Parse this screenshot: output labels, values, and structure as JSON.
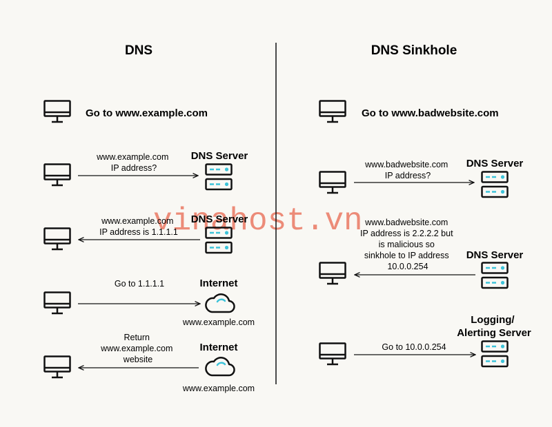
{
  "left": {
    "heading": "DNS",
    "step1": {
      "text": "Go to www.example.com"
    },
    "step2": {
      "msg": [
        "www.example.com",
        "IP address?"
      ],
      "server": "DNS Server"
    },
    "step3": {
      "msg": [
        "www.example.com",
        "IP address is 1.1.1.1"
      ],
      "server": "DNS Server"
    },
    "step4": {
      "msg": [
        "Go to 1.1.1.1"
      ],
      "server": "Internet",
      "caption": "www.example.com"
    },
    "step5": {
      "msg": [
        "Return",
        "www.example.com",
        "website"
      ],
      "server": "Internet",
      "caption": "www.example.com"
    }
  },
  "right": {
    "heading": "DNS Sinkhole",
    "step1": {
      "text": "Go to www.badwebsite.com"
    },
    "step2": {
      "msg": [
        "www.badwebsite.com",
        "IP address?"
      ],
      "server": "DNS Server"
    },
    "step3": {
      "msg": [
        "www.badwebsite.com",
        "IP address is 2.2.2.2 but",
        "is malicious so",
        "sinkhole to IP address",
        "10.0.0.254"
      ],
      "server": "DNS Server"
    },
    "step4": {
      "msg": [
        "Go to 10.0.0.254"
      ],
      "server": [
        "Logging/",
        "Alerting Server"
      ]
    }
  },
  "watermark": "vinahost.vn",
  "colors": {
    "accent": "#3cc3d9",
    "line": "#111111",
    "background": "#f9f8f4",
    "watermark": "#e8674f"
  },
  "icons": {
    "computer": "monitor-icon",
    "server": "server-icon",
    "internet": "cloud-icon"
  }
}
